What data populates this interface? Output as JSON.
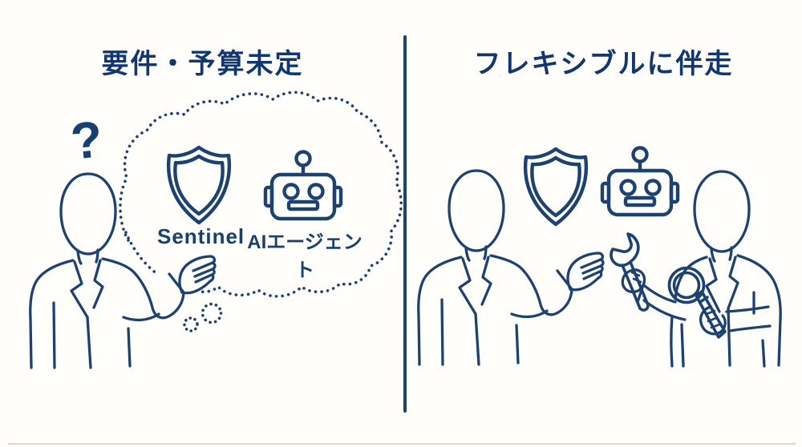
{
  "illustration": {
    "background_color": "#fffefb",
    "ink_color": "#1c4271",
    "title_color": "#113771",
    "divider_color": "#1e416f",
    "baseline_color": "#dcd8d2"
  },
  "left_panel": {
    "title": "要件・予算未定",
    "question_mark": "?",
    "bubble_labels": {
      "shield": "Sentinel",
      "robot": "AIエージェント"
    }
  },
  "right_panel": {
    "title": "フレキシブルに伴走"
  },
  "icon_names": [
    "question-mark",
    "thought-bubble",
    "shield-icon",
    "robot-icon",
    "person-gesturing",
    "person-with-tools",
    "wrench-icon",
    "magnifying-glass-icon"
  ]
}
